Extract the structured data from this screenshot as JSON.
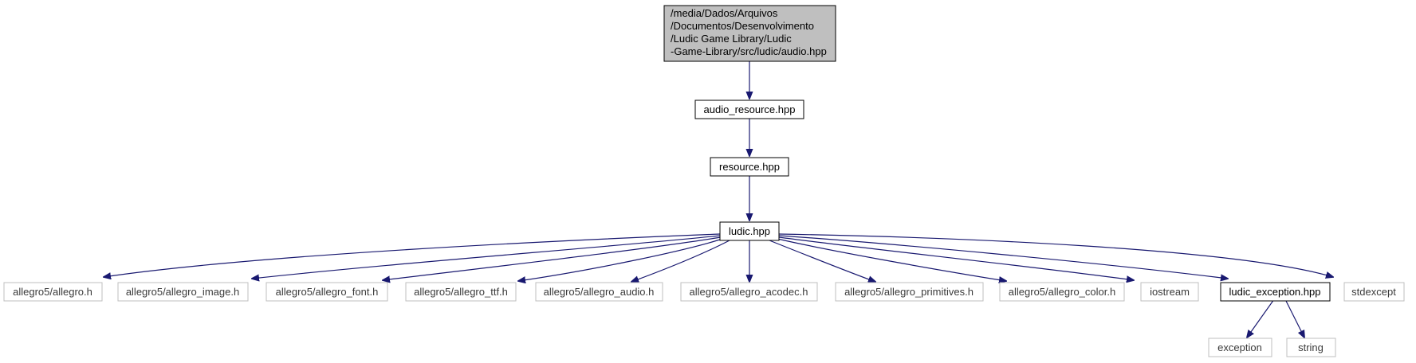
{
  "colors": {
    "edge": "#191970",
    "root_fill": "#bfbfbf",
    "node_border": "#000000",
    "external_border": "#bfbfbf",
    "background": "#ffffff"
  },
  "root": {
    "lines": [
      "/media/Dados/Arquivos",
      "/Documentos/Desenvolvimento",
      "/Ludic Game Library/Ludic",
      "-Game-Library/src/ludic/audio.hpp"
    ]
  },
  "nodes": {
    "audio_resource": "audio_resource.hpp",
    "resource": "resource.hpp",
    "ludic": "ludic.hpp",
    "allegro": "allegro5/allegro.h",
    "allegro_image": "allegro5/allegro_image.h",
    "allegro_font": "allegro5/allegro_font.h",
    "allegro_ttf": "allegro5/allegro_ttf.h",
    "allegro_audio": "allegro5/allegro_audio.h",
    "allegro_acodec": "allegro5/allegro_acodec.h",
    "allegro_primitives": "allegro5/allegro_primitives.h",
    "allegro_color": "allegro5/allegro_color.h",
    "iostream": "iostream",
    "ludic_exception": "ludic_exception.hpp",
    "stdexcept": "stdexcept",
    "exception": "exception",
    "string": "string"
  }
}
